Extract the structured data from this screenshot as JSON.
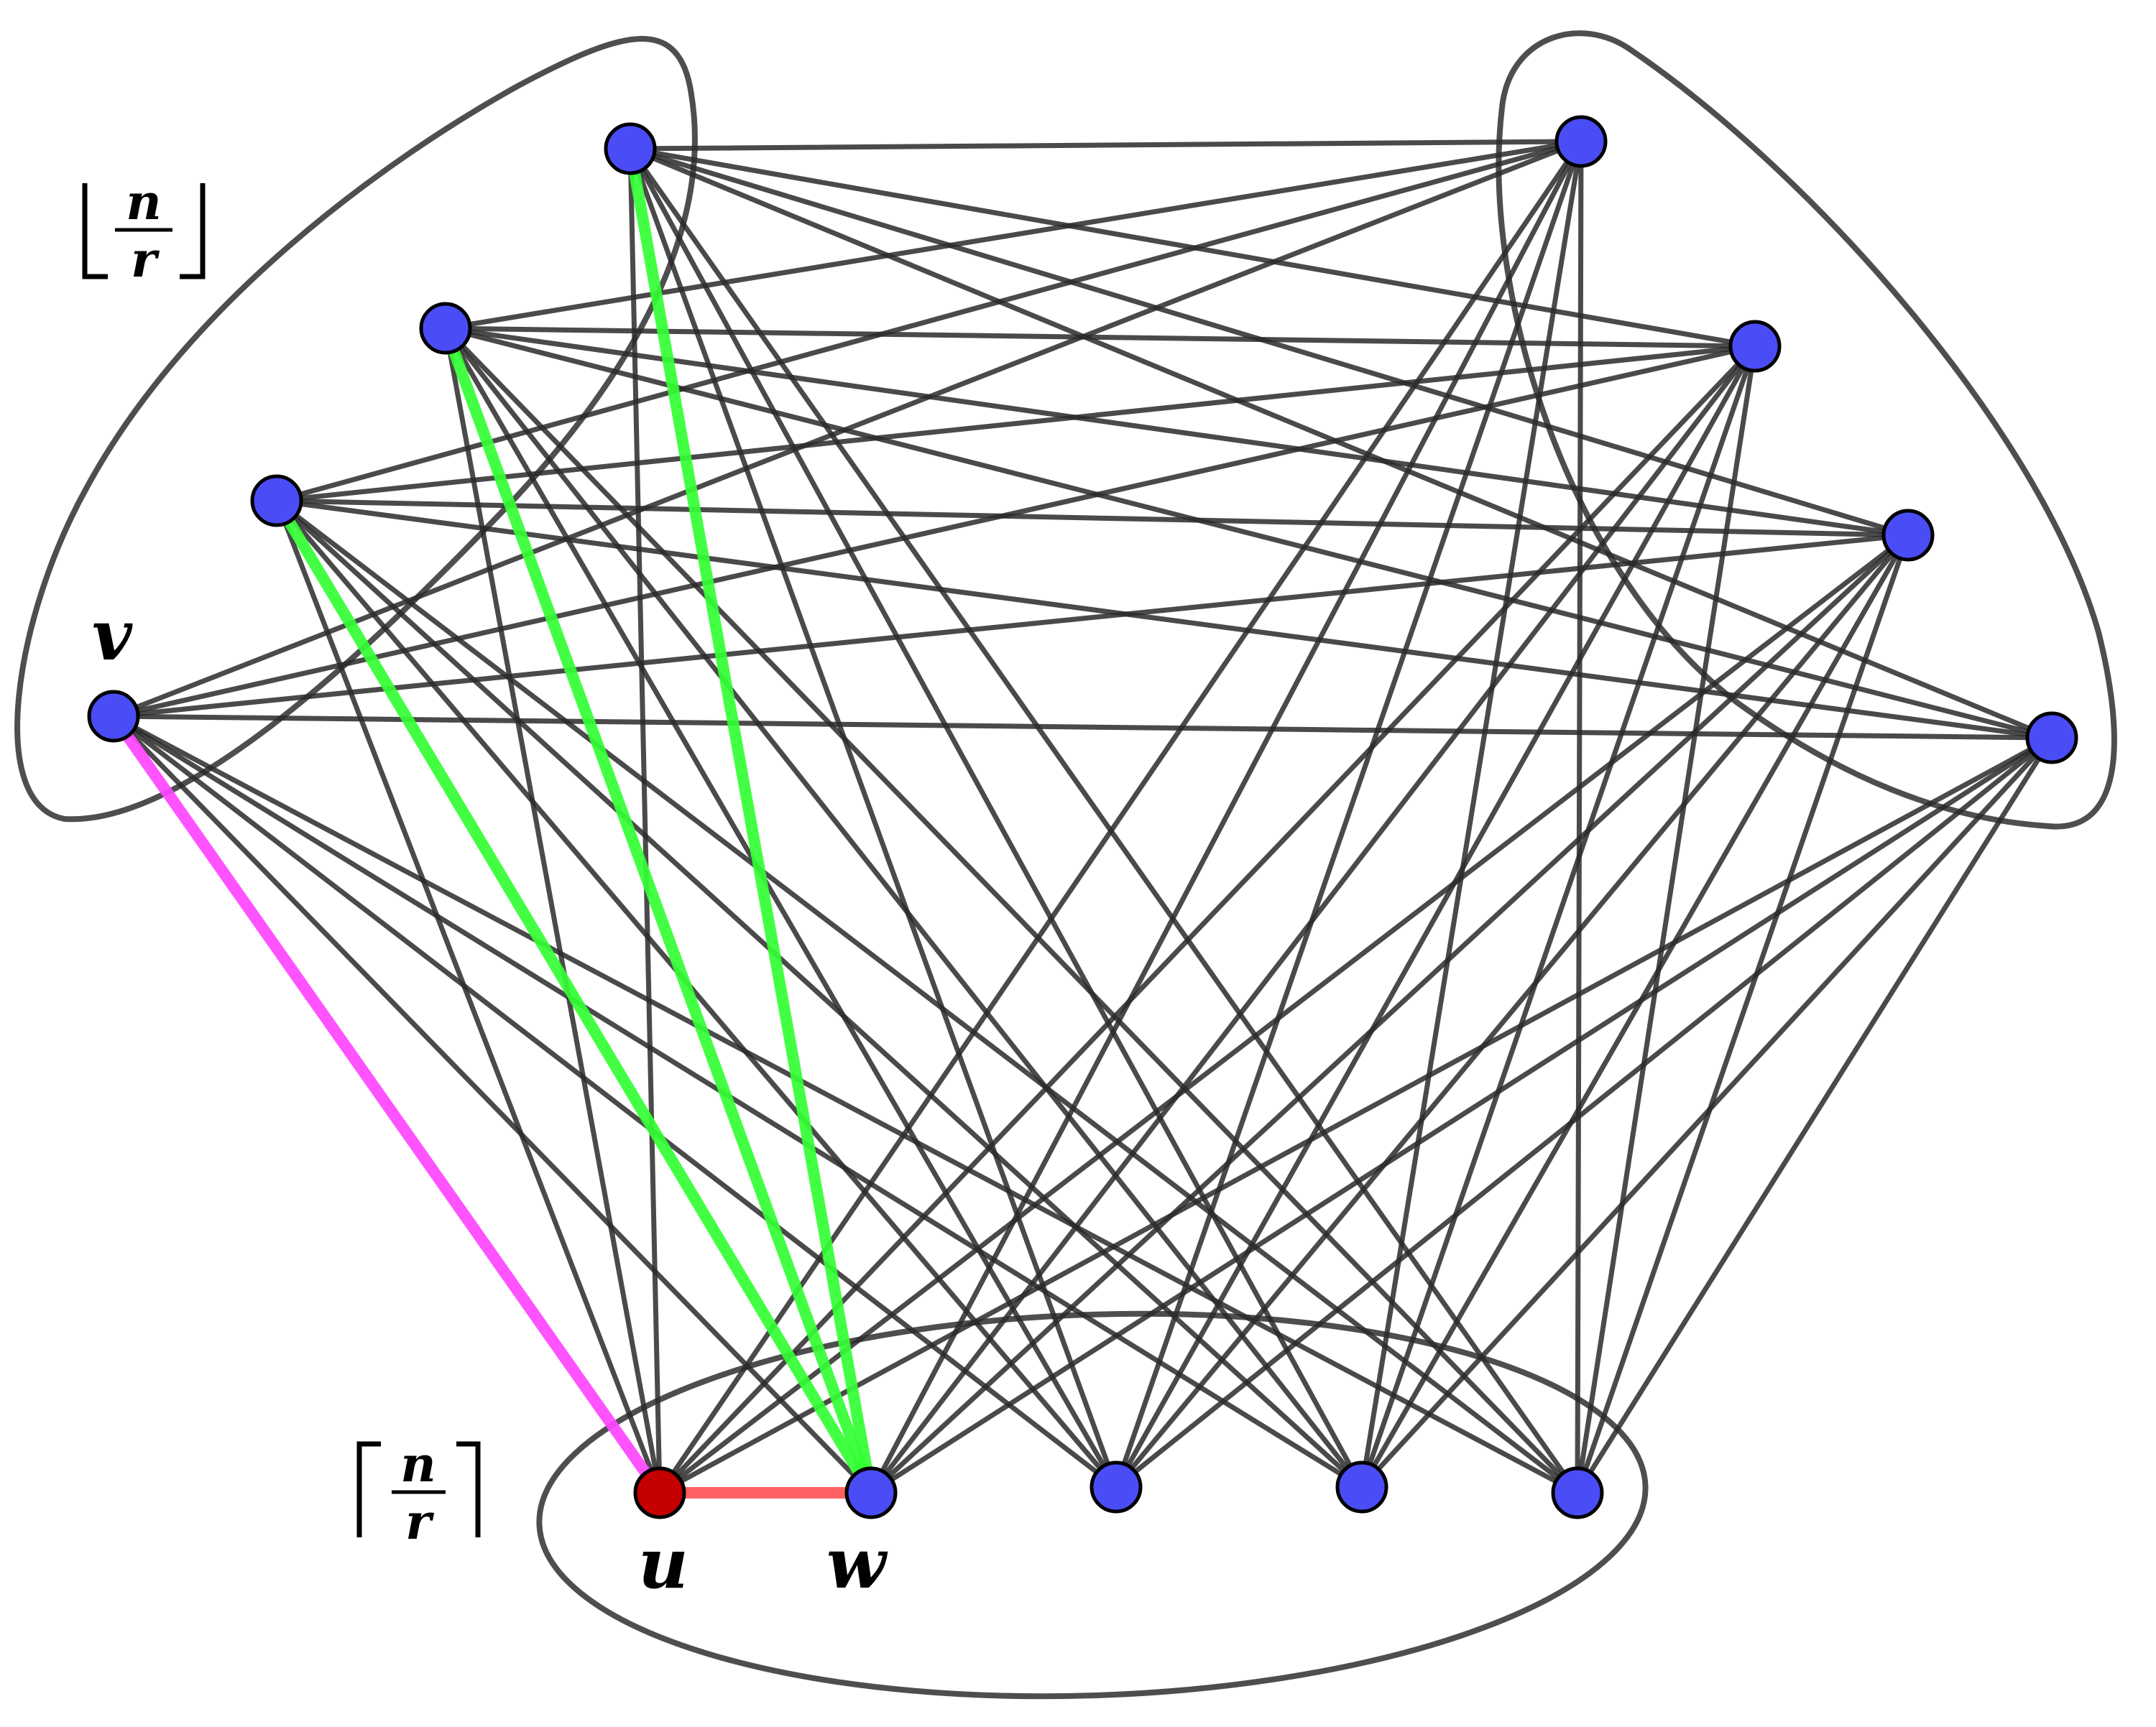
{
  "labels": {
    "v": "v",
    "u": "u",
    "w": "w",
    "top_group_fraction": {
      "numerator": "n",
      "denominator": "r"
    },
    "bottom_group_fraction": {
      "numerator": "n",
      "denominator": "r"
    }
  },
  "colors": {
    "vertex": "#4a4cf5",
    "vertex_u": "#c40000",
    "edge": "#2a2a2a",
    "edge_green": "#33ff33",
    "edge_magenta": "#ff44ff",
    "edge_red": "#ff5555",
    "group_outline": "#444444"
  },
  "graph": {
    "vertices": [
      {
        "id": "v",
        "group": "left"
      },
      {
        "id": "L1",
        "group": "left"
      },
      {
        "id": "L2",
        "group": "left"
      },
      {
        "id": "L3",
        "group": "left"
      },
      {
        "id": "R1",
        "group": "right"
      },
      {
        "id": "R2",
        "group": "right"
      },
      {
        "id": "R3",
        "group": "right"
      },
      {
        "id": "R4",
        "group": "right"
      },
      {
        "id": "u",
        "group": "bottom"
      },
      {
        "id": "w",
        "group": "bottom"
      },
      {
        "id": "B3",
        "group": "bottom"
      },
      {
        "id": "B4",
        "group": "bottom"
      },
      {
        "id": "B5",
        "group": "bottom"
      }
    ],
    "highlighted_edges": [
      {
        "from": "v",
        "to": "u",
        "color": "magenta"
      },
      {
        "from": "L1",
        "to": "w",
        "color": "green"
      },
      {
        "from": "L2",
        "to": "w",
        "color": "green"
      },
      {
        "from": "L3",
        "to": "w",
        "color": "green"
      },
      {
        "from": "u",
        "to": "w",
        "color": "red"
      }
    ]
  }
}
